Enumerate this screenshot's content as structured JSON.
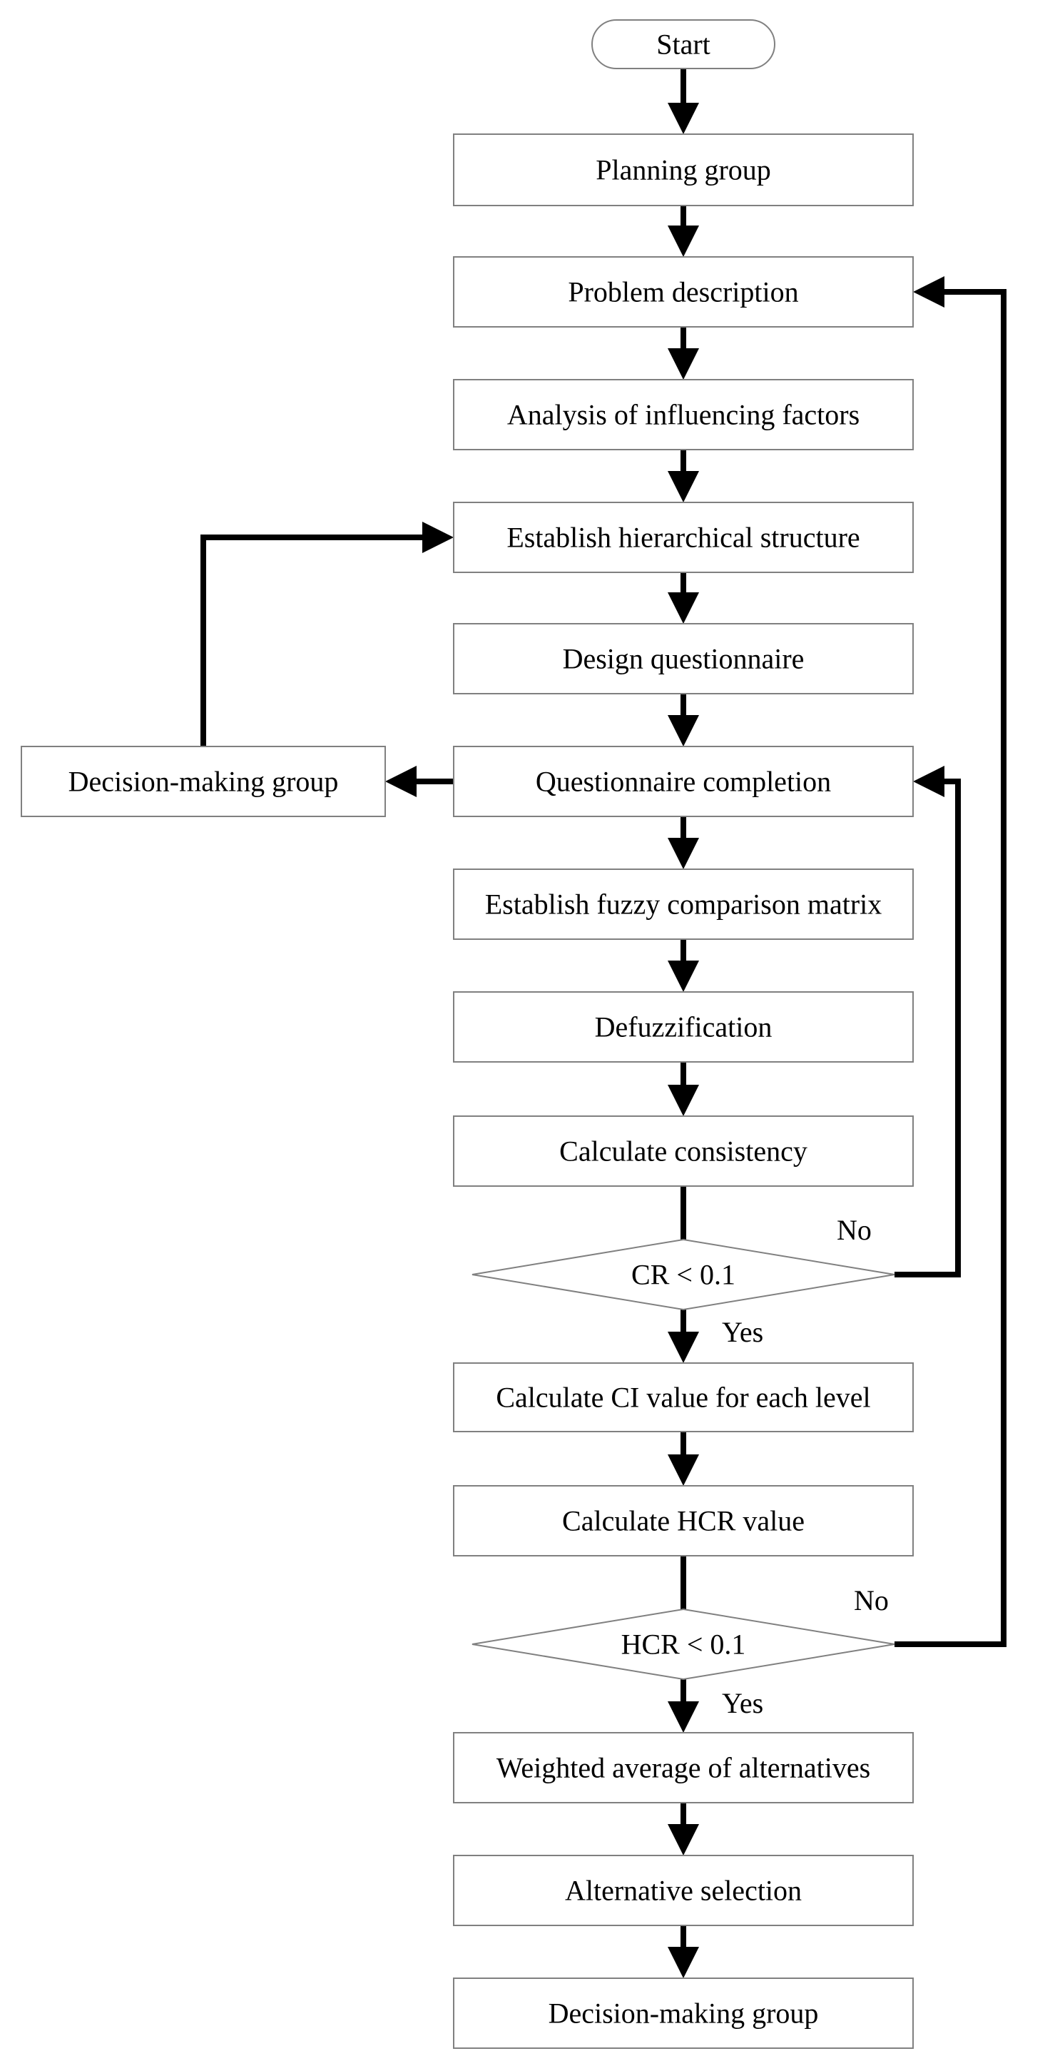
{
  "flowchart": {
    "start": "Start",
    "steps": {
      "planning_group": "Planning group",
      "problem_description": "Problem description",
      "analysis_factors": "Analysis of influencing factors",
      "establish_hierarchy": "Establish hierarchical structure",
      "design_questionnaire": "Design questionnaire",
      "questionnaire_completion": "Questionnaire completion",
      "decision_group_side": "Decision-making group",
      "fuzzy_matrix": "Establish fuzzy comparison matrix",
      "defuzzification": "Defuzzification",
      "calculate_consistency": "Calculate consistency",
      "calc_ci": "Calculate CI value for each level",
      "calc_hcr": "Calculate HCR value",
      "weighted_average": "Weighted average of alternatives",
      "alternative_selection": "Alternative selection",
      "decision_group_final": "Decision-making group"
    },
    "decisions": {
      "cr": "CR < 0.1",
      "hcr": "HCR < 0.1"
    },
    "edge_labels": {
      "cr_no": "No",
      "cr_yes": "Yes",
      "hcr_no": "No",
      "hcr_yes": "Yes"
    }
  }
}
